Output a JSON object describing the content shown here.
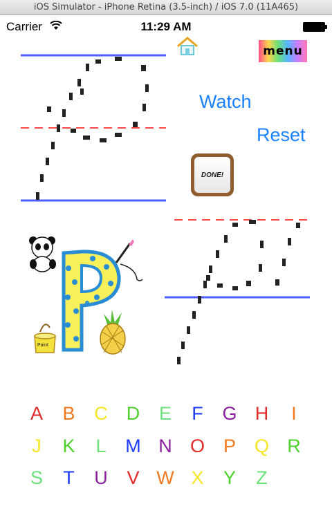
{
  "window": {
    "title": "iOS Simulator - iPhone Retina (3.5-inch) / iOS 7.0 (11A465)"
  },
  "status_bar": {
    "carrier": "Carrier",
    "time": "11:29 AM"
  },
  "toolbar": {
    "menu_label": "menu",
    "watch_label": "Watch",
    "reset_label": "Reset",
    "done_label": "DONE!"
  },
  "illustration": {
    "paint_label": "Paint"
  },
  "colors": {
    "button_blue": "#1a82ff",
    "guide_blue": "#4f5cff",
    "guide_red": "#ff4a4a"
  },
  "alphabet": [
    {
      "letter": "A",
      "color": "#e32b2b"
    },
    {
      "letter": "B",
      "color": "#f07a1e"
    },
    {
      "letter": "C",
      "color": "#f4e623"
    },
    {
      "letter": "D",
      "color": "#4fd02c"
    },
    {
      "letter": "E",
      "color": "#6ce07a"
    },
    {
      "letter": "F",
      "color": "#1f3bff"
    },
    {
      "letter": "G",
      "color": "#8a1f9e"
    },
    {
      "letter": "H",
      "color": "#e32b2b"
    },
    {
      "letter": "I",
      "color": "#f07a1e"
    },
    {
      "letter": "J",
      "color": "#f4e623"
    },
    {
      "letter": "K",
      "color": "#4fd02c"
    },
    {
      "letter": "L",
      "color": "#6ce07a"
    },
    {
      "letter": "M",
      "color": "#1f3bff"
    },
    {
      "letter": "N",
      "color": "#8a1f9e"
    },
    {
      "letter": "O",
      "color": "#e32b2b"
    },
    {
      "letter": "P",
      "color": "#f07a1e"
    },
    {
      "letter": "Q",
      "color": "#f4e623"
    },
    {
      "letter": "R",
      "color": "#4fd02c"
    },
    {
      "letter": "S",
      "color": "#6ce07a"
    },
    {
      "letter": "T",
      "color": "#1f3bff"
    },
    {
      "letter": "U",
      "color": "#8a1f9e"
    },
    {
      "letter": "V",
      "color": "#e32b2b"
    },
    {
      "letter": "W",
      "color": "#f07a1e"
    },
    {
      "letter": "X",
      "color": "#f4e623"
    },
    {
      "letter": "Y",
      "color": "#4fd02c"
    },
    {
      "letter": "Z",
      "color": "#6ce07a"
    }
  ]
}
